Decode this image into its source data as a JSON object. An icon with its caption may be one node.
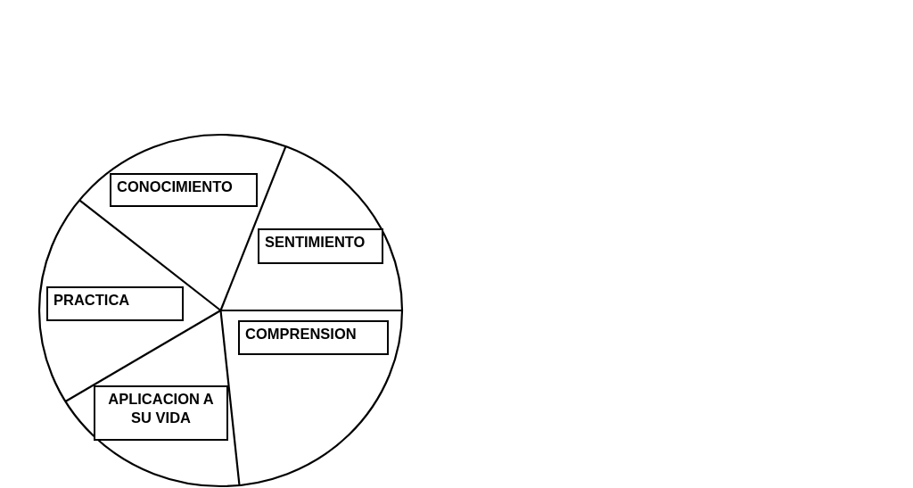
{
  "diagram": {
    "nodes": [
      {
        "text": [],
        "shape": "circle"
      },
      {
        "text": [
          "CONOCIMIENTO"
        ],
        "in": 0
      },
      {
        "text": [
          "SENTIMIENTO"
        ],
        "in": 0
      },
      {
        "text": [
          "PRACTICA"
        ],
        "in": 0
      },
      {
        "text": [
          "COMPRENSION"
        ],
        "in": 0
      },
      {
        "text": [
          "APLICACION A SU VIDA"
        ],
        "in": 0
      }
    ]
  }
}
